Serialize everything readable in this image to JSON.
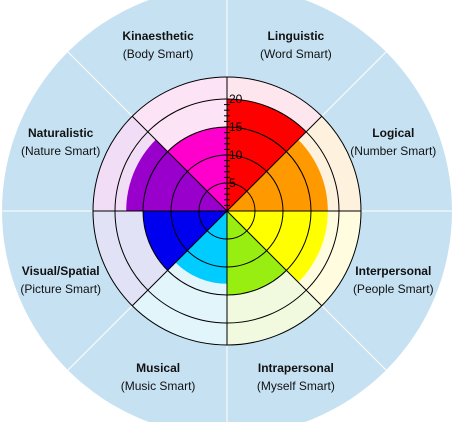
{
  "chart_data": {
    "type": "polar-area",
    "rlim": [
      0,
      20
    ],
    "radial_ticks": [
      5,
      10,
      15,
      20
    ],
    "grid": true,
    "sectors": [
      {
        "name": "Linguistic",
        "subtitle": "(Word Smart)",
        "value": 20,
        "color": "#ff0000",
        "band_color": "#fde6ee"
      },
      {
        "name": "Logical",
        "subtitle": "(Number Smart)",
        "value": 18,
        "color": "#ff9900",
        "band_color": "#fef1de"
      },
      {
        "name": "Interpersonal",
        "subtitle": "(People Smart)",
        "value": 18,
        "color": "#ffff00",
        "band_color": "#fffce0"
      },
      {
        "name": "Intrapersonal",
        "subtitle": "(Myself Smart)",
        "value": 15,
        "color": "#99ee11",
        "band_color": "#f1fadf"
      },
      {
        "name": "Musical",
        "subtitle": "(Music Smart)",
        "value": 13,
        "color": "#00ccff",
        "band_color": "#e1f5fb"
      },
      {
        "name": "Visual/Spatial",
        "subtitle": "(Picture Smart)",
        "value": 15,
        "color": "#0000ee",
        "band_color": "#e2e2f7"
      },
      {
        "name": "Naturalistic",
        "subtitle": "(Nature Smart)",
        "value": 18,
        "color": "#9900cc",
        "band_color": "#f2ddf6"
      },
      {
        "name": "Kinaesthetic",
        "subtitle": "(Body Smart)",
        "value": 15,
        "color": "#ff00cc",
        "band_color": "#fde3f6"
      }
    ],
    "colors": {
      "outer_ring": "#c6e2f2",
      "page_background": "#ffffff",
      "grid_line": "#000000",
      "divider": "#ffffff"
    }
  }
}
